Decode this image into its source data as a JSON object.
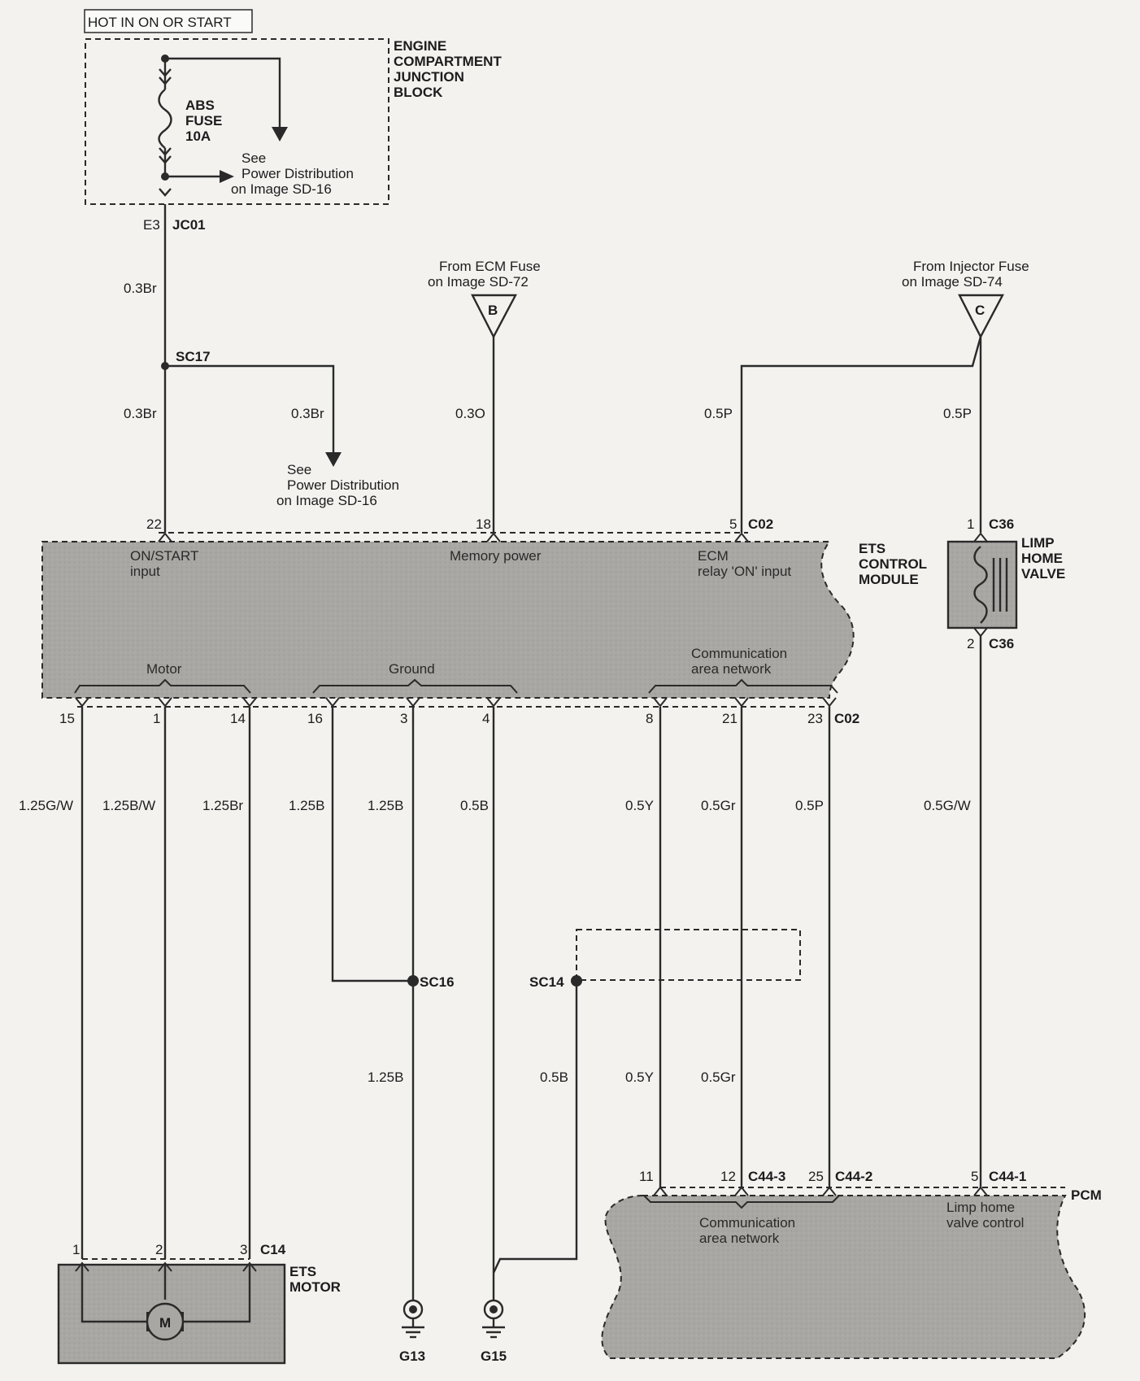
{
  "header": {
    "hot_label": "HOT IN ON OR START"
  },
  "junction_block": {
    "title": [
      "ENGINE",
      "COMPARTMENT",
      "JUNCTION",
      "BLOCK"
    ],
    "fuse": [
      "ABS",
      "FUSE",
      "10A"
    ],
    "see": [
      "See",
      "Power Distribution",
      "on Image SD-16"
    ],
    "pin": "E3",
    "connector": "JC01"
  },
  "splices": {
    "sc17": "SC17",
    "sc16": "SC16",
    "sc14": "SC14"
  },
  "sc17_branch": {
    "wire": "0.3Br",
    "see": [
      "See",
      "Power Distribution",
      "on Image SD-16"
    ]
  },
  "feed_b": {
    "from": [
      "From ECM Fuse",
      "on Image SD-72"
    ],
    "letter": "B",
    "wire": "0.3O"
  },
  "feed_c": {
    "from": [
      "From Injector Fuse",
      "on Image SD-74"
    ],
    "letter": "C",
    "wire_left": "0.5P",
    "wire_right": "0.5P"
  },
  "main_wires": {
    "upper": "0.3Br",
    "lower": "0.3Br"
  },
  "ets_module": {
    "title": [
      "ETS",
      "CONTROL",
      "MODULE"
    ],
    "top_pins": [
      "22",
      "18",
      "5"
    ],
    "top_connector": "C02",
    "inputs": [
      [
        "ON/START",
        "input"
      ],
      [
        "Memory power"
      ],
      [
        "ECM",
        "relay 'ON' input"
      ]
    ],
    "groups": [
      [
        "Motor"
      ],
      [
        "Ground"
      ],
      [
        "Communication",
        "area network"
      ]
    ],
    "bottom_pins": [
      "15",
      "1",
      "14",
      "16",
      "3",
      "4",
      "8",
      "21",
      "23"
    ],
    "bottom_connector": "C02"
  },
  "bottom_wires": [
    "1.25G/W",
    "1.25B/W",
    "1.25Br",
    "1.25B",
    "1.25B",
    "0.5B",
    "0.5Y",
    "0.5Gr",
    "0.5P"
  ],
  "lower_wires": [
    "1.25B",
    "0.5B",
    "0.5Y",
    "0.5Gr"
  ],
  "limp_valve": {
    "title": [
      "LIMP",
      "HOME",
      "VALVE"
    ],
    "pin_top": "1",
    "conn_top": "C36",
    "pin_bottom": "2",
    "conn_bottom": "C36",
    "wire": "0.5G/W"
  },
  "ets_motor": {
    "title": [
      "ETS",
      "MOTOR"
    ],
    "pins": [
      "1",
      "2",
      "3"
    ],
    "connector": "C14",
    "symbol": "M"
  },
  "grounds": [
    "G13",
    "G15"
  ],
  "pcm": {
    "title": "PCM",
    "pins": [
      "11",
      "12",
      "25",
      "5"
    ],
    "connectors": [
      "C44-3",
      "C44-2",
      "C44-1"
    ],
    "can_label": [
      "Communication",
      "area network"
    ],
    "limp_label": [
      "Limp home",
      "valve control"
    ]
  },
  "colors": {
    "shade": "#a8a6a2",
    "wire": "#2a2a2a",
    "paper": "#f3f2ef"
  }
}
